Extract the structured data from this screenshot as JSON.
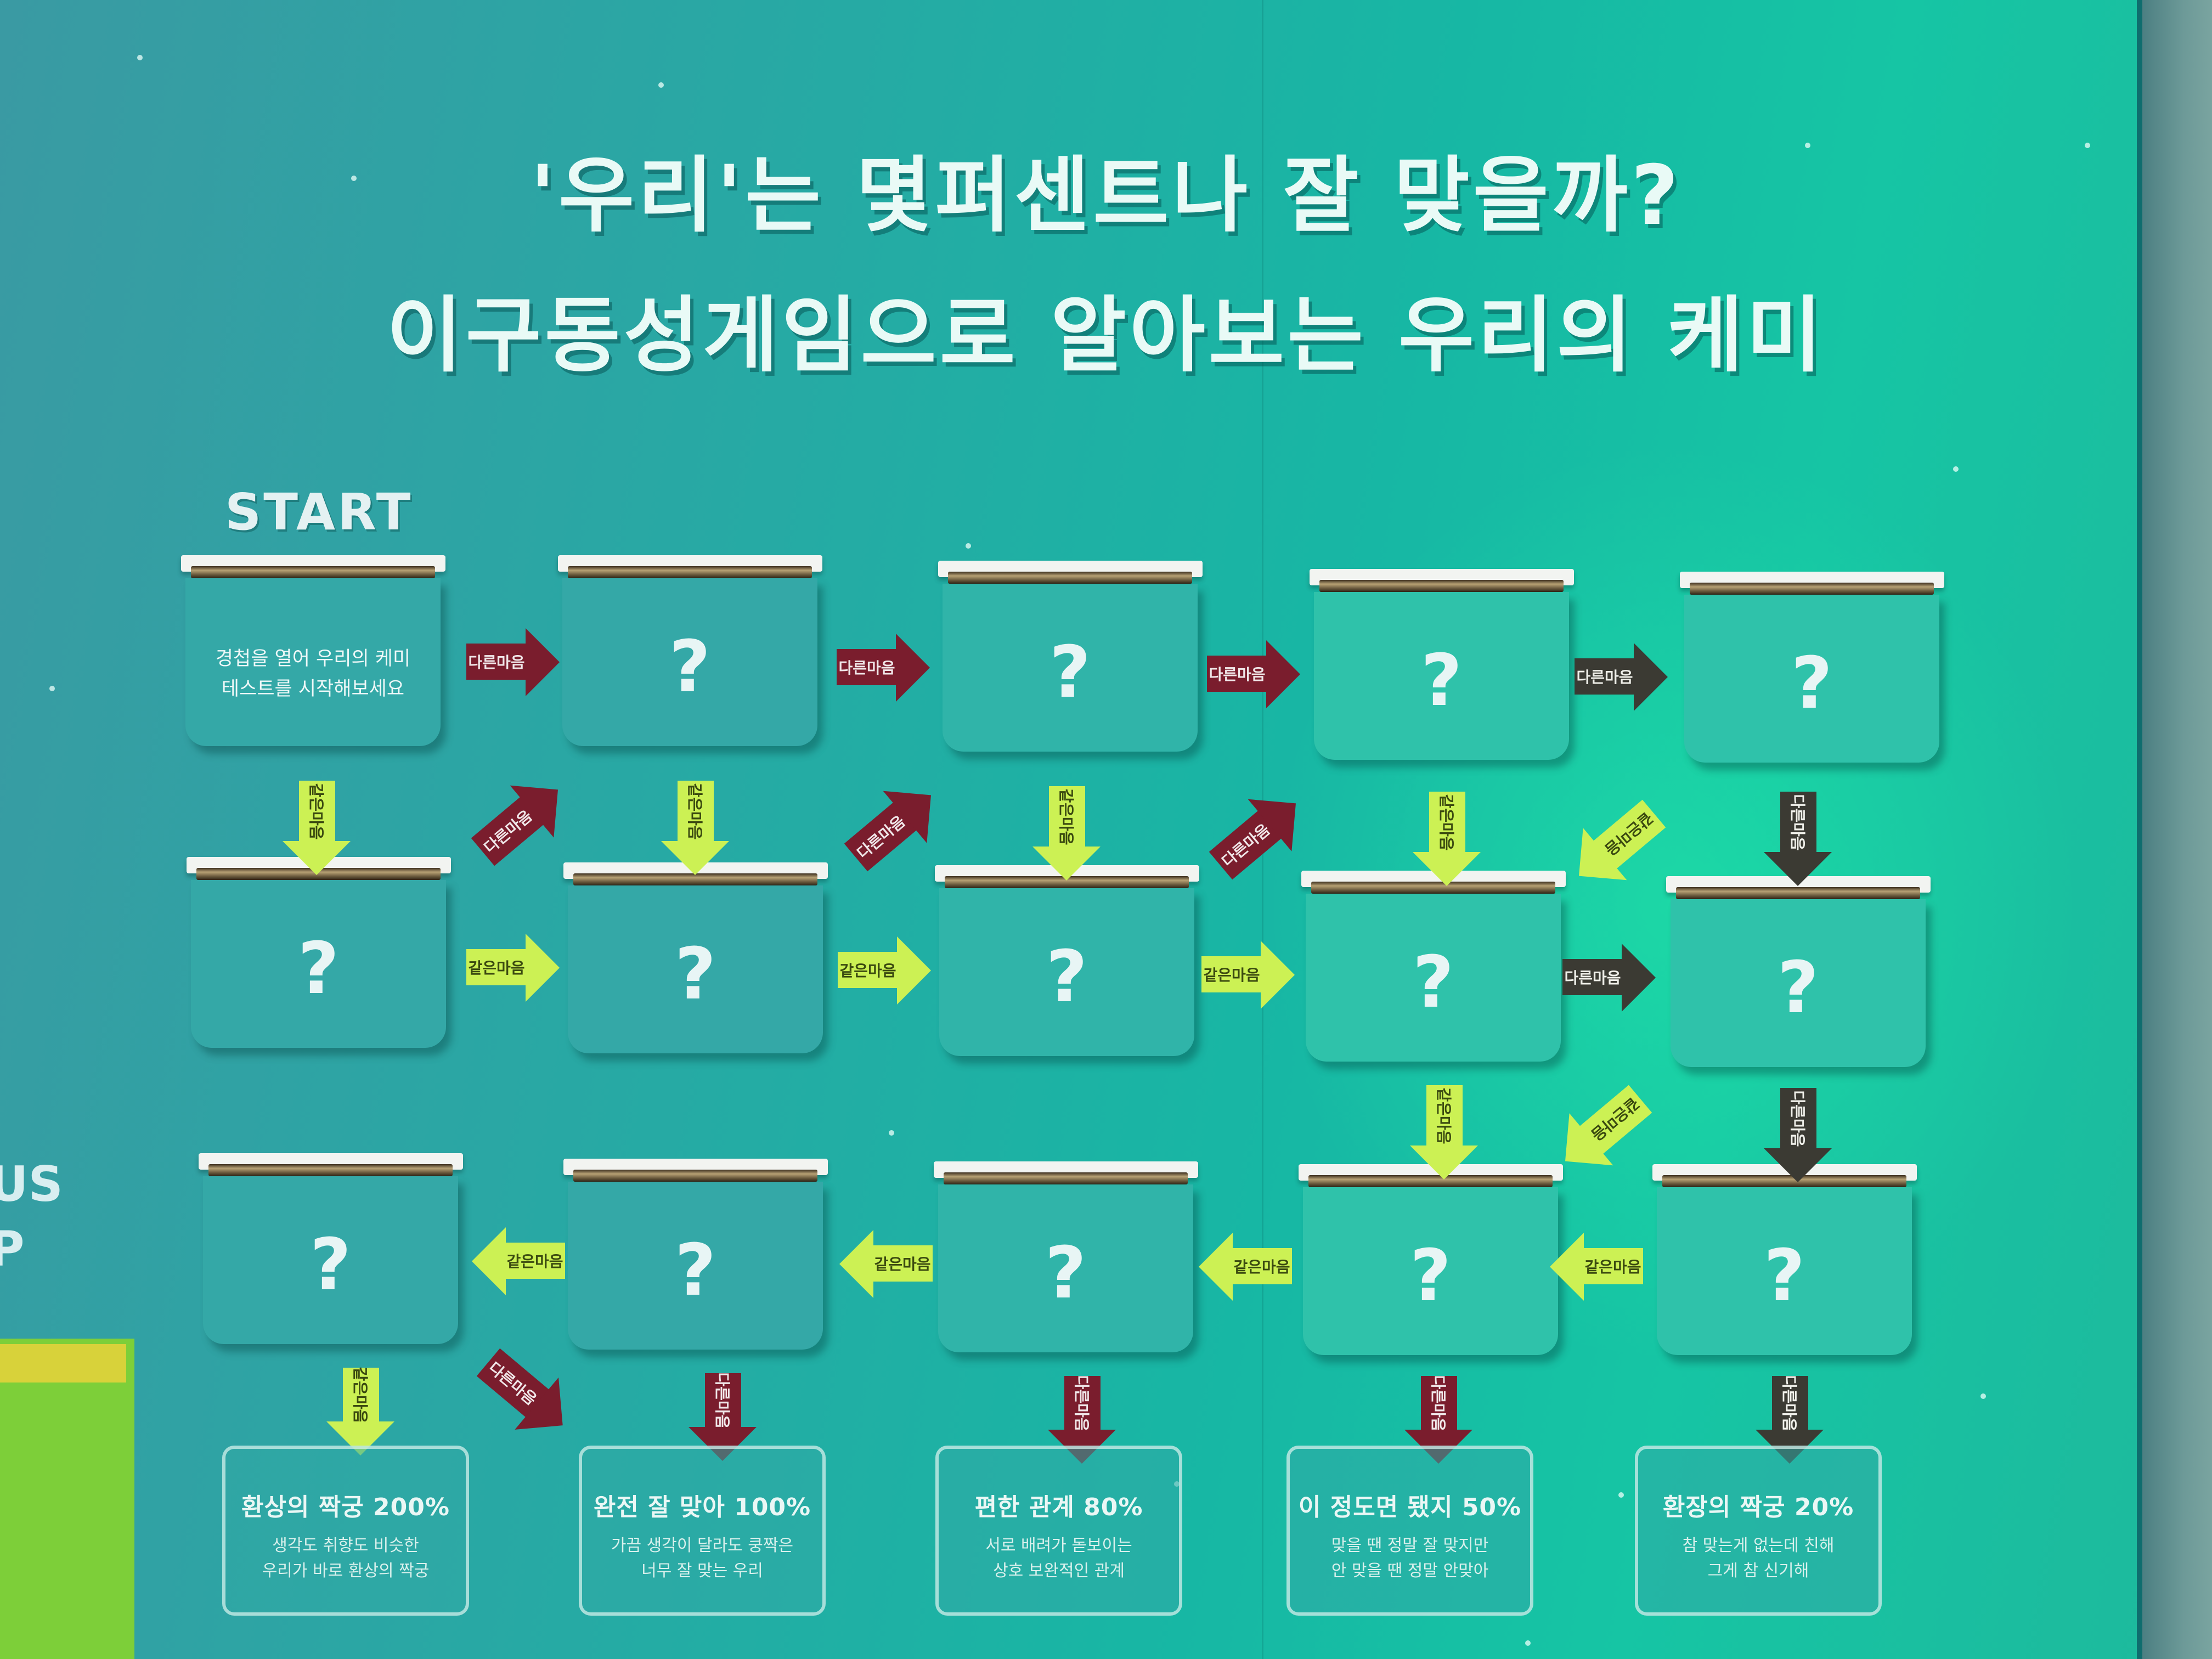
{
  "title": {
    "line1": "'우리'는 몇퍼센트나 잘 맞을까?",
    "line2": "이구동성게임으로 알아보는 우리의 케미"
  },
  "start_label": "START",
  "side_text": [
    "US",
    "P"
  ],
  "start_card": {
    "line1": "경첩을 열어 우리의 케미",
    "line2": "테스트를 시작해보세요"
  },
  "question_mark": "?",
  "arrow_labels": {
    "different": "다른마음",
    "same": "같은마음"
  },
  "results": [
    {
      "title": "환상의 짝궁 200%",
      "desc1": "생각도 취향도 비슷한",
      "desc2": "우리가 바로 환상의 짝궁"
    },
    {
      "title": "완전 잘 맞아 100%",
      "desc1": "가끔 생각이 달라도 쿵짝은",
      "desc2": "너무 잘 맞는 우리"
    },
    {
      "title": "편한 관계 80%",
      "desc1": "서로 배려가 돋보이는",
      "desc2": "상호 보완적인 관계"
    },
    {
      "title": "이 정도면 됐지 50%",
      "desc1": "맞을 땐 정말 잘 맞지만",
      "desc2": "안 맞을 땐 정말 안맞아"
    },
    {
      "title": "환장의 짝궁 20%",
      "desc1": "참 맞는게 없는데 친해",
      "desc2": "그게 참 신기해"
    }
  ],
  "colors": {
    "wall": "#26aaa4",
    "card": "#34a8a7",
    "different_arrow": "#7a1d2d",
    "same_arrow": "#ccf154",
    "dark_arrow": "#3b3a33"
  }
}
